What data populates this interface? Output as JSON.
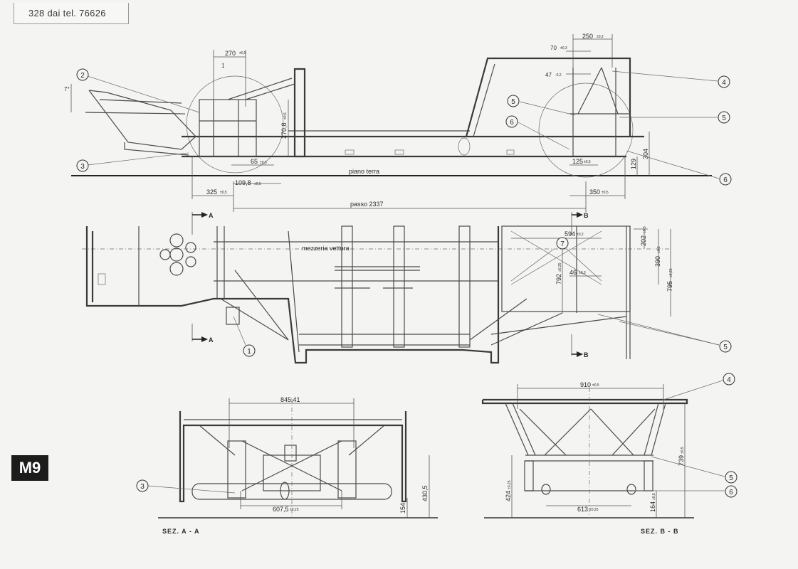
{
  "header": {
    "text": "328 dai tel. 76626"
  },
  "badge": "M9",
  "side_view": {
    "dims": {
      "d270": "270",
      "d270_tol": "±0,5",
      "d1": "1",
      "angle7": "7°",
      "d2708": "270,8",
      "d2708_tol": "±0,5",
      "d65": "65",
      "d65_tol": "±0,5",
      "d1098": "109,8",
      "d1098_tol": "±0,5",
      "d325": "325",
      "d325_tol": "±0,5",
      "d250": "250",
      "d250_tol": "±0,2",
      "d70": "70",
      "d70_tol": "±0,3",
      "d47": "47",
      "d47_tol": "-0,2",
      "d125": "125",
      "d125_tol": "±0,5",
      "d129": "129",
      "d304": "304",
      "d350": "350",
      "d350_tol": "±0,5"
    },
    "ground_label": "piano terra",
    "wheelbase_label": "passo 2337"
  },
  "plan_view": {
    "centerline_label": "mezzeria vettura",
    "section_a": "A",
    "section_b": "B",
    "dims": {
      "d594": "594",
      "d594_tol": "±0,2",
      "d202": "202",
      "d202_tol": "±0,5",
      "d390": "390",
      "d390_tol": "±0,2",
      "d795": "795",
      "d795_tol": "±0,25",
      "d792": "792",
      "d792_tol": "±0,25",
      "d46": "46",
      "d46_tol": "±0,3"
    }
  },
  "section_aa": {
    "title": "SEZ. A - A",
    "dims": {
      "d84541": "845,41",
      "d6075": "607,5",
      "d6075_tol": "±0,25",
      "d4305": "430,5",
      "d154": "154"
    }
  },
  "section_bb": {
    "title": "SEZ. B - B",
    "dims": {
      "d910": "910",
      "d910_tol": "±0,5",
      "d739": "739",
      "d739_tol": "±0,5",
      "d424": "424",
      "d424_tol": "±0,25",
      "d613": "613",
      "d613_tol": "±0,25",
      "d164": "164",
      "d164_tol": "±0,5"
    }
  },
  "callouts": [
    "1",
    "2",
    "3",
    "4",
    "5",
    "6",
    "7"
  ]
}
